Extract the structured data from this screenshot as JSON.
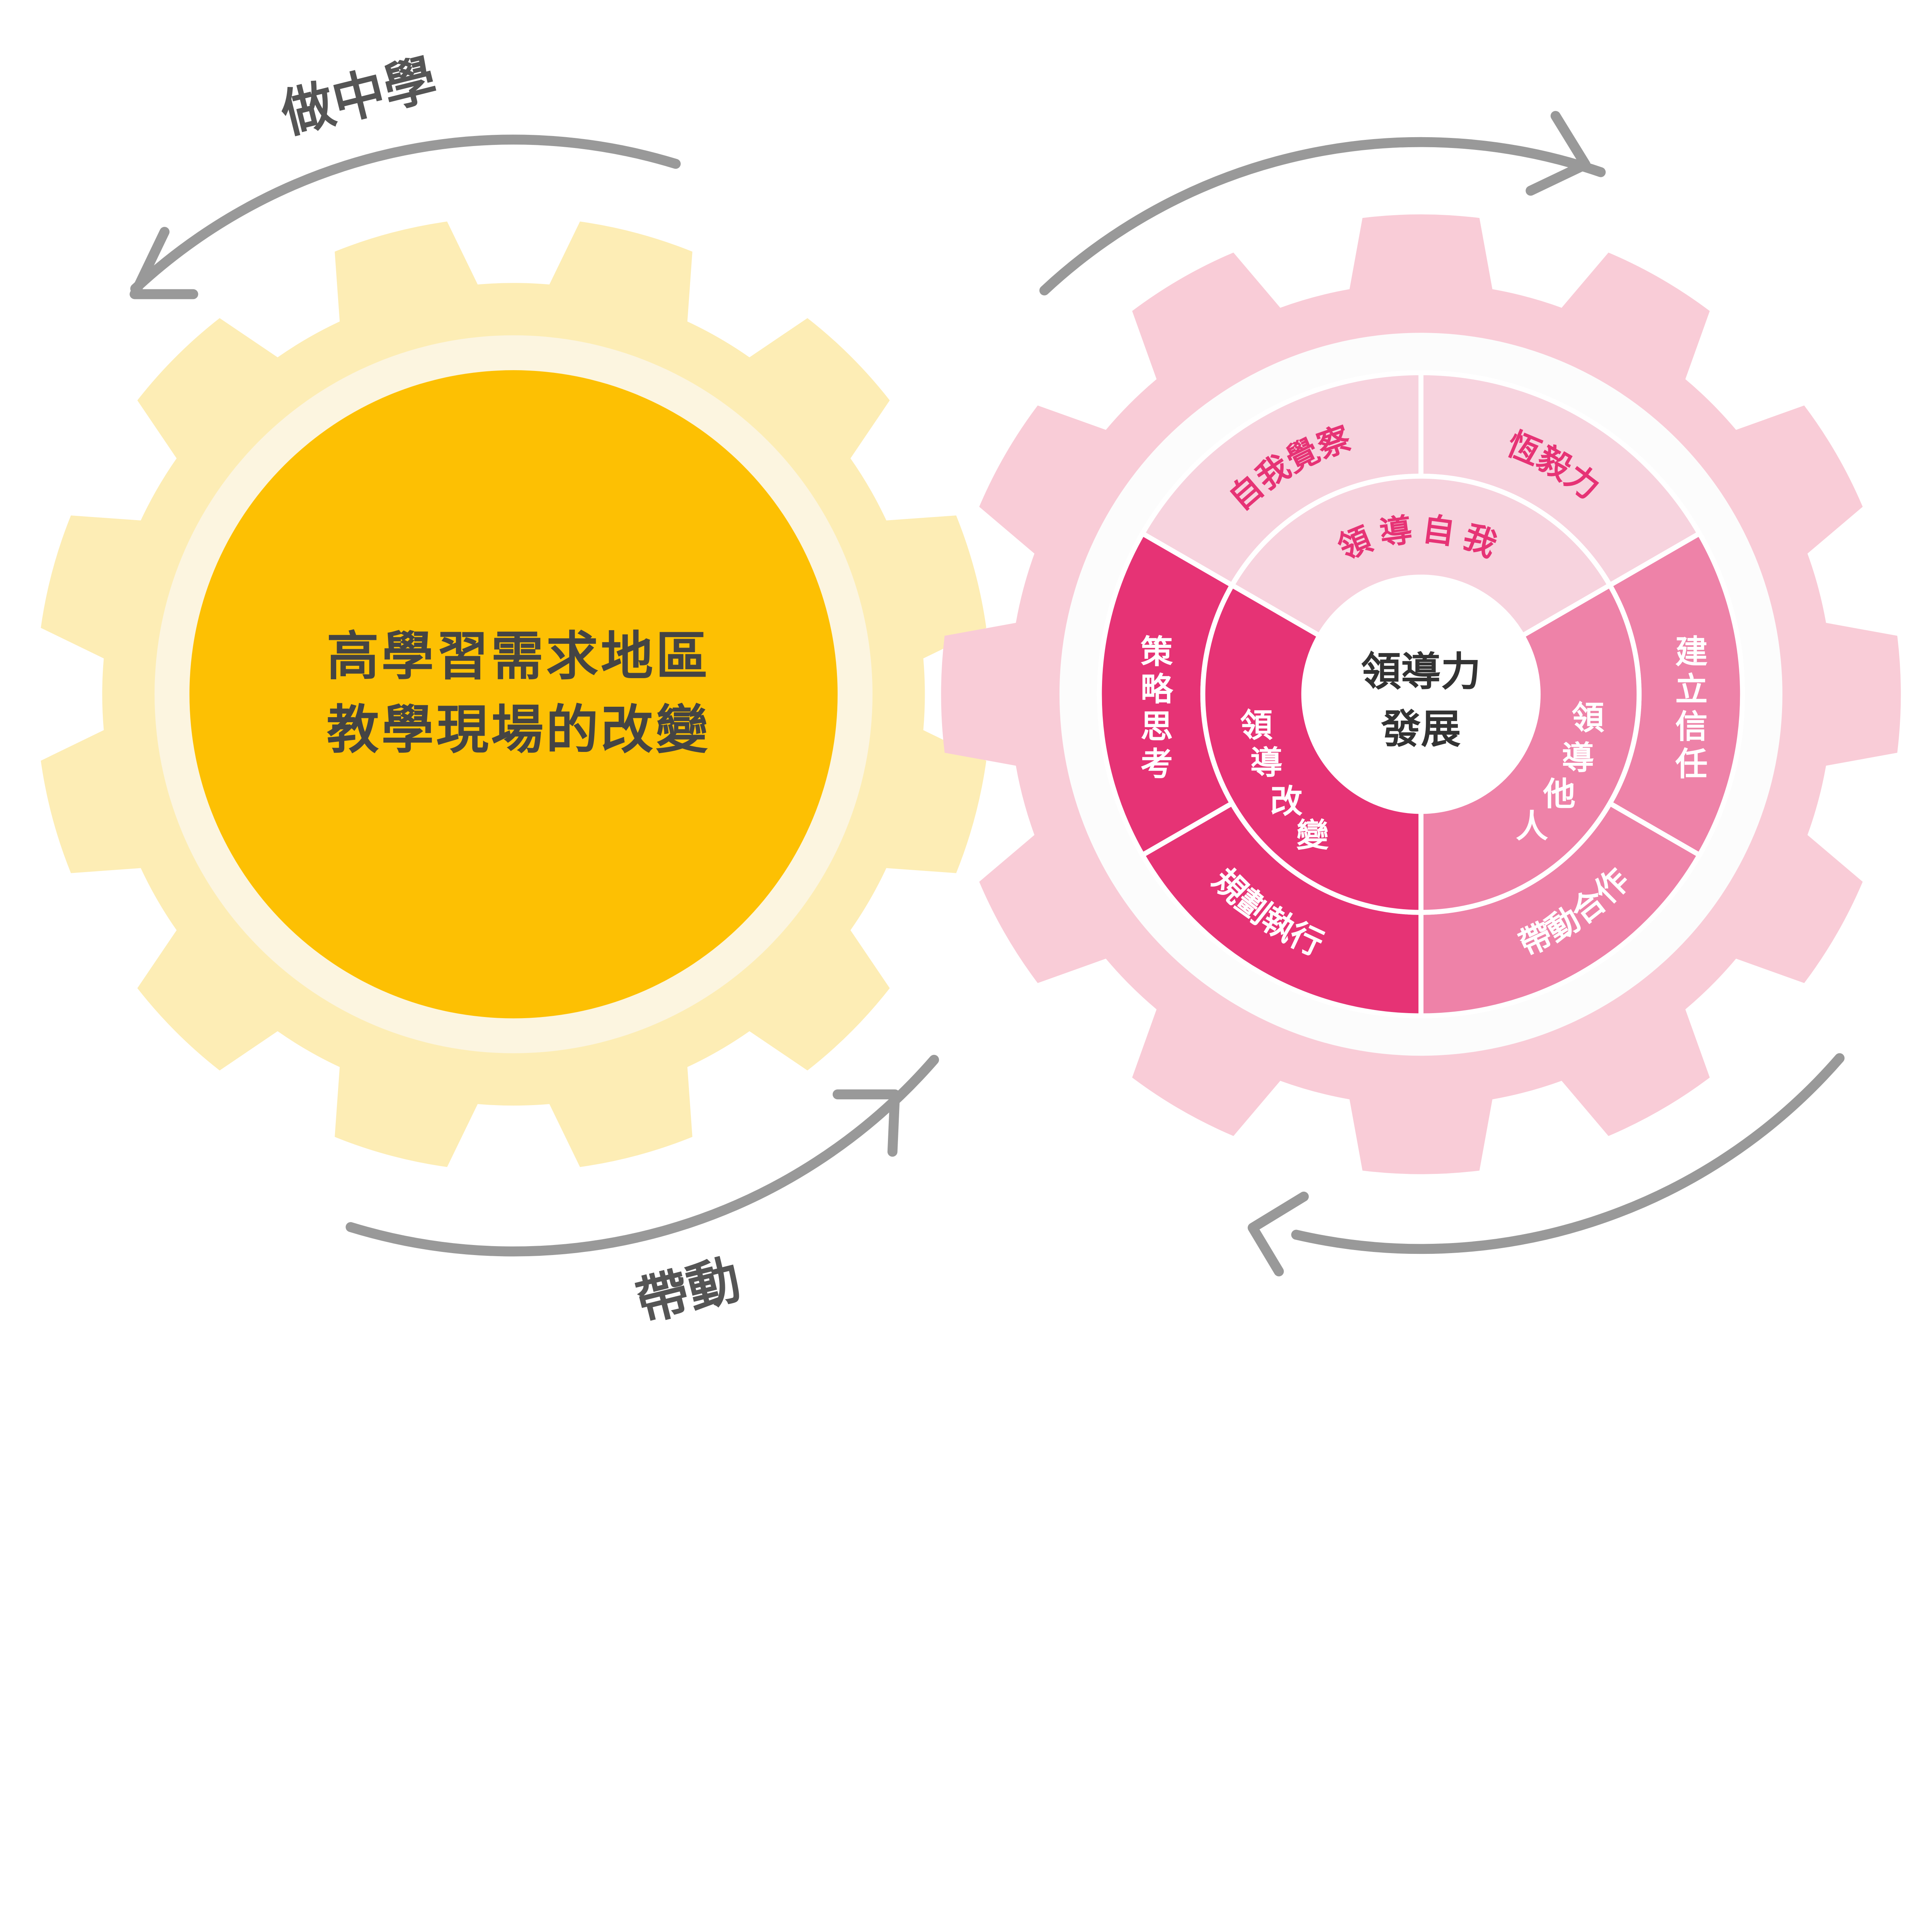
{
  "colors": {
    "yellow_gear": "#FDEDB5",
    "yellow_ring": "#FCF5E0",
    "orange_core": "#FDC003",
    "pink_gear": "#F9CCD7",
    "seg_light": "#F7D3DE",
    "seg_mid": "#EE82A8",
    "seg_dark": "#E63375",
    "arrow": "#999999",
    "dark_text": "#444444"
  },
  "left_gear": {
    "line1": "高學習需求地區",
    "line2": "教學現場的改變"
  },
  "arrows": {
    "top_left_label": "做中學",
    "bottom_left_label": "帶動"
  },
  "right_gear": {
    "center_line1": "領導力",
    "center_line2": "發展",
    "inner": {
      "lead_self": "領導自我",
      "lead_others": "領導他人",
      "lead_change": "領導改變"
    },
    "outer": {
      "self_awareness": "自我覺察",
      "perseverance": "恆毅力",
      "build_trust": "建立信任",
      "drive_cooperation": "帶動合作",
      "plan_execute": "規劃執行",
      "strategic_thinking": "策略思考"
    }
  }
}
